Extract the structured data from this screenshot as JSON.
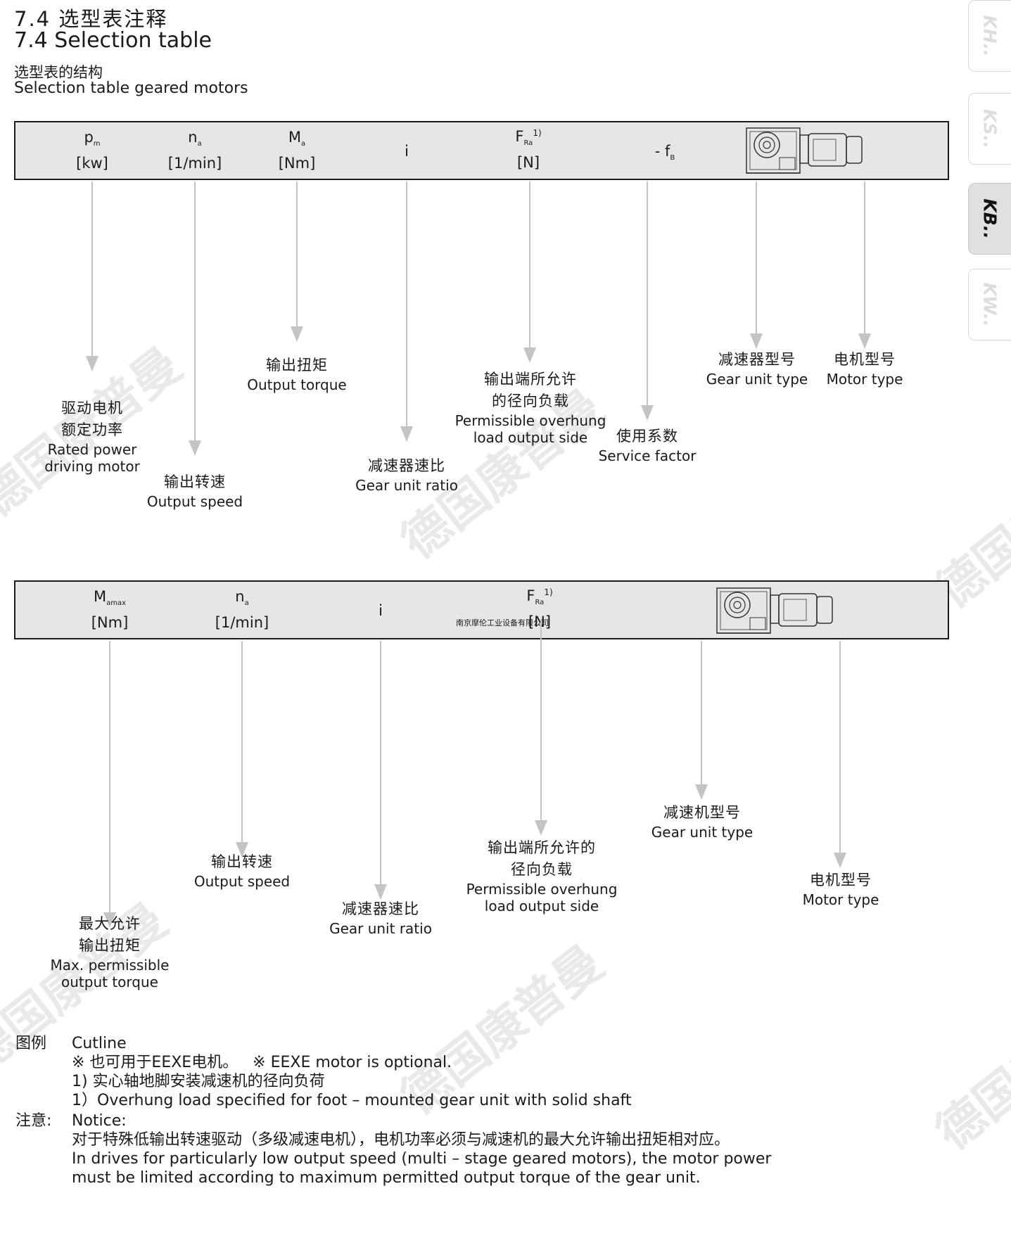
{
  "section": {
    "title_cn": "7.4 选型表注释",
    "title_en": "7.4 Selection table",
    "structure_cn": "选型表的结构",
    "structure_en": "Selection table geared motors"
  },
  "side_tabs": [
    {
      "label": "KH..",
      "active": false
    },
    {
      "label": "KS..",
      "active": false
    },
    {
      "label": "KB..",
      "active": true
    },
    {
      "label": "KW..",
      "active": false
    }
  ],
  "table1": {
    "headers": {
      "pm_sym": "p",
      "pm_sub": "m",
      "pm_unit": "[kw]",
      "na_sym": "n",
      "na_sub": "a",
      "na_unit": "[1/min]",
      "ma_sym": "M",
      "ma_sub": "a",
      "ma_unit": "[Nm]",
      "i_sym": "i",
      "fra_sym": "F",
      "fra_sub": "Ra",
      "fra_sup": "1)",
      "fra_unit": "[N]",
      "fb_sym": "- f",
      "fb_sub": "B"
    },
    "labels": {
      "rated_power_cn1": "驱动电机",
      "rated_power_cn2": "额定功率",
      "rated_power_en1": "Rated power",
      "rated_power_en2": "driving motor",
      "output_speed_cn": "输出转速",
      "output_speed_en": "Output speed",
      "output_torque_cn": "输出扭矩",
      "output_torque_en": "Output torque",
      "ratio_cn": "减速器速比",
      "ratio_en": "Gear unit ratio",
      "overhung_cn1": "输出端所允许",
      "overhung_cn2": "的径向负载",
      "overhung_en1": "Permissible overhung",
      "overhung_en2": "load output side",
      "service_cn": "使用系数",
      "service_en": "Service factor",
      "gear_type_cn": "减速器型号",
      "gear_type_en": "Gear unit type",
      "motor_type_cn": "电机型号",
      "motor_type_en": "Motor type"
    }
  },
  "table2": {
    "headers": {
      "mmax_sym": "M",
      "mmax_sub": "amax",
      "mmax_unit": "[Nm]",
      "na_sym": "n",
      "na_sub": "a",
      "na_unit": "[1/min]",
      "i_sym": "i",
      "fra_sym": "F",
      "fra_sub": "Ra",
      "fra_sup": "1)",
      "fra_unit": "[N]",
      "company": "南京摩伦工业设备有限公司"
    },
    "labels": {
      "max_torque_cn1": "最大允许",
      "max_torque_cn2": "输出扭矩",
      "max_torque_en1": "Max. permissible",
      "max_torque_en2": "output torque",
      "output_speed_cn": "输出转速",
      "output_speed_en": "Output speed",
      "ratio_cn": "减速器速比",
      "ratio_en": "Gear unit ratio",
      "overhung_cn1": "输出端所允许的",
      "overhung_cn2": "径向负载",
      "overhung_en1": "Permissible overhung",
      "overhung_en2": "load output side",
      "gear_type_cn": "减速机型号",
      "gear_type_en": "Gear unit type",
      "motor_type_cn": "电机型号",
      "motor_type_en": "Motor type"
    }
  },
  "legend": {
    "label_cn": "图例",
    "label_en": "Cutline",
    "line1": "※ 也可用于EEXE电机。   ※ EEXE motor is optional.",
    "line2": "1) 实心轴地脚安装减速机的径向负荷",
    "line3": "1）Overhung load specified for foot – mounted gear unit with solid shaft"
  },
  "notice": {
    "label_cn": "注意:",
    "label_en": "Notice:",
    "line1": "对于特殊低输出转速驱动（多级减速电机），电机功率必须与减速机的最大允许输出扭矩相对应。",
    "line2": "In drives for particularly low output speed (multi – stage geared motors), the motor power",
    "line3": "must be limited according to maximum permitted output torque of the gear unit."
  },
  "watermark": "德国康普曼"
}
